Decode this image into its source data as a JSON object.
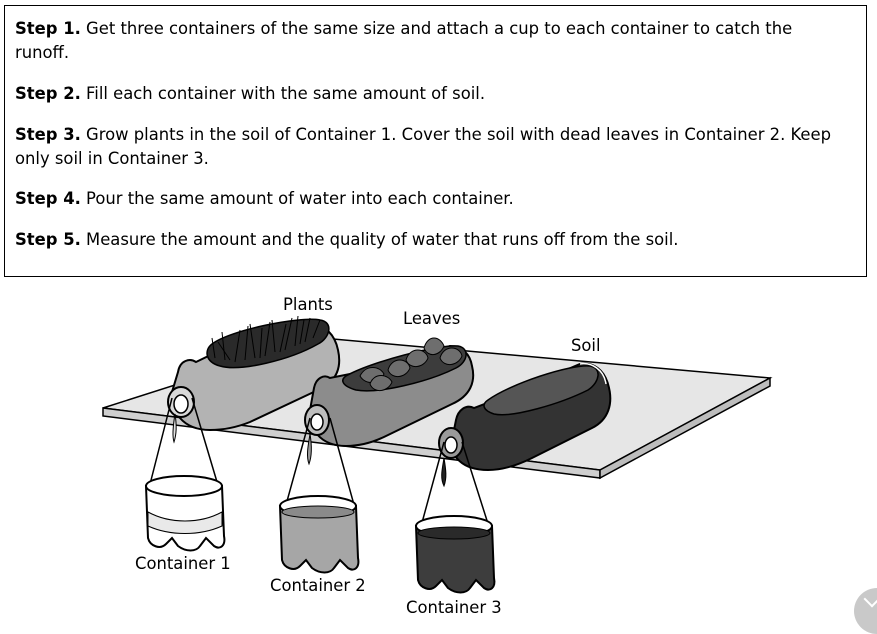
{
  "steps": [
    {
      "label": "Step 1.",
      "text": "Get three containers of the same size and attach a cup to each container to catch the runoff."
    },
    {
      "label": "Step 2.",
      "text": "Fill each container with the same amount of soil."
    },
    {
      "label": "Step 3.",
      "text": "Grow plants in the soil of Container 1. Cover the soil with dead leaves in Container 2. Keep only soil in Container 3."
    },
    {
      "label": "Step 4.",
      "text": "Pour the same amount of water into each container."
    },
    {
      "label": "Step 5.",
      "text": "Measure the amount and the quality of water that runs off from the soil."
    }
  ],
  "figure": {
    "top_labels": {
      "plants": "Plants",
      "leaves": "Leaves",
      "soil": "Soil"
    },
    "containers": [
      "Container 1",
      "Container 2",
      "Container 3"
    ]
  },
  "icons": {
    "scroll": "chevron-down-icon"
  }
}
